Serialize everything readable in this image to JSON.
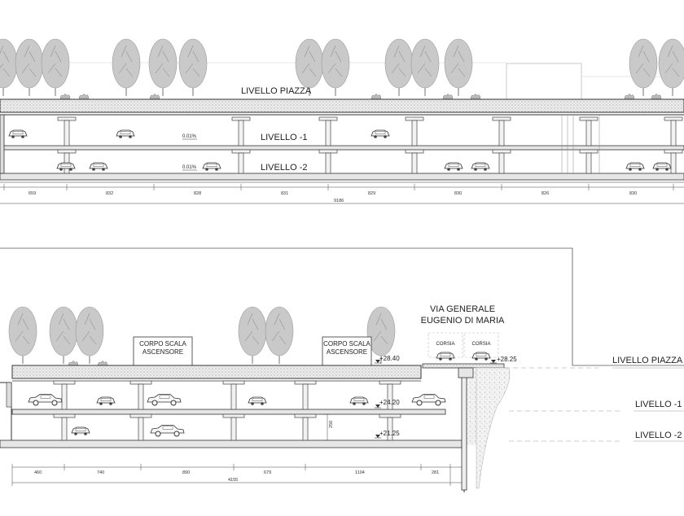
{
  "top_section": {
    "level_labels": {
      "piazza": "LIVELLO PIAZZA",
      "minus1": "LIVELLO -1",
      "minus2": "LIVELLO -2"
    },
    "slopes": [
      "0.01%",
      "0.01%"
    ],
    "dimensions": [
      "659",
      "832",
      "828",
      "831",
      "829",
      "830",
      "826",
      "830"
    ],
    "total_dimension": "9186"
  },
  "bottom_section": {
    "stair_labels": [
      [
        "CORPO SCALA",
        "ASCENSORE"
      ],
      [
        "CORPO SCALA",
        "ASCENSORE"
      ]
    ],
    "street_name": [
      "VIA GENERALE",
      "EUGENIO DI MARIA"
    ],
    "lanes": [
      "CORSIA",
      "CORSIA"
    ],
    "elevations": [
      "+28.40",
      "+28.25",
      "+24.20",
      "+21.25"
    ],
    "height_dim": "250",
    "level_labels": {
      "piazza": "LIVELLO PIAZZA",
      "minus1": "LIVELLO -1",
      "minus2": "LIVELLO -2"
    },
    "dimensions": [
      "460",
      "740",
      "890",
      "679",
      "1104",
      "281"
    ],
    "total_dimension": "4155"
  },
  "colors": {
    "line": "#333333",
    "tree": "#bdbdbd",
    "hatch": "#cfcfcf",
    "slab": "#e6e6e6"
  }
}
